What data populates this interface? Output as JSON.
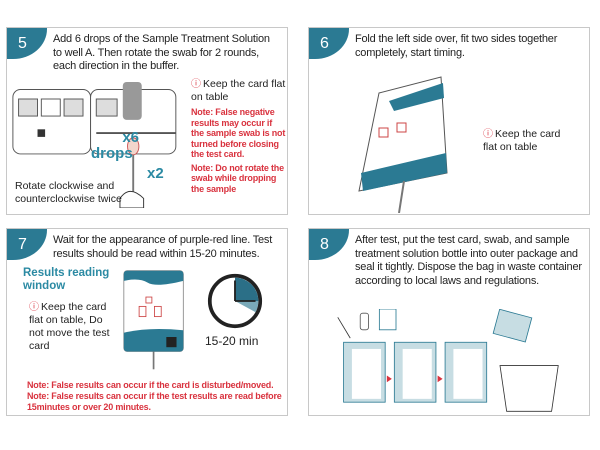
{
  "colors": {
    "accent": "#2b7a93",
    "note": "#d9333f"
  },
  "steps": [
    {
      "number": "5",
      "title": "Add 6 drops of the Sample Treatment Solution to well A. Then rotate the swab for 2 rounds, each direction in the buffer.",
      "caution": "Keep the card flat on table",
      "drops_count": "x6",
      "drops_label": "drops",
      "rotate_count": "x2",
      "rotate_text": "Rotate clockwise and counterclockwise twice",
      "notes": [
        "Note: False negative results may occur if the sample swab is not turned before closing the test card.",
        "Note: Do not rotate the swab while dropping the sample"
      ]
    },
    {
      "number": "6",
      "title": "Fold the left side over, fit two sides together completely, start timing.",
      "caution": "Keep the card flat on table"
    },
    {
      "number": "7",
      "title": "Wait for the appearance of purple-red line. Test results should be read within 15-20 minutes.",
      "results_window": "Results reading window",
      "caution": "Keep the card flat on table, Do not move the test card",
      "timer_label": "15-20 min",
      "notes": [
        "Note: False results can occur if the card is disturbed/moved.",
        "Note: False results can occur if the test results are read before 15minutes or over 20 minutes."
      ]
    },
    {
      "number": "8",
      "title": "After test, put the test card, swab, and sample treatment solution bottle into outer package and seal it tightly. Dispose the bag in waste container according to local laws and regulations."
    }
  ],
  "icons": {
    "caution": "exclamation-circle-icon"
  }
}
